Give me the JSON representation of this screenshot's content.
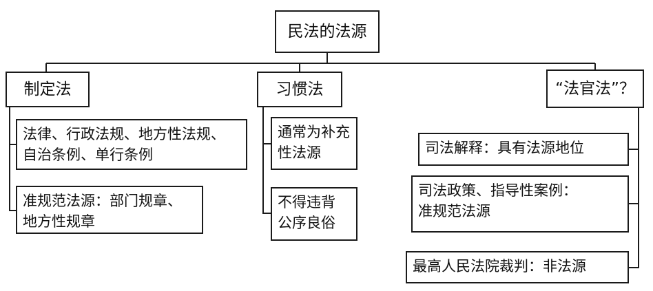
{
  "diagram": {
    "root": "民法的法源",
    "statutory": {
      "title": "制定法",
      "items": [
        {
          "lines": [
            "法律、行政法规、地方性法规、",
            "自治条例、单行条例"
          ]
        },
        {
          "lines": [
            "准规范法源：部门规章、",
            "地方性规章"
          ]
        }
      ]
    },
    "custom": {
      "title": "习惯法",
      "items": [
        {
          "lines": [
            "通常为补充",
            "性法源"
          ]
        },
        {
          "lines": [
            "不得违背",
            "公序良俗"
          ]
        }
      ]
    },
    "judge_law": {
      "title": "“法官法”？",
      "items": [
        {
          "lines": [
            "司法解释：具有法源地位"
          ]
        },
        {
          "lines": [
            "司法政策、指导性案例：",
            "准规范法源"
          ]
        },
        {
          "lines": [
            "最高人民法院裁判：非法源"
          ]
        }
      ]
    }
  }
}
